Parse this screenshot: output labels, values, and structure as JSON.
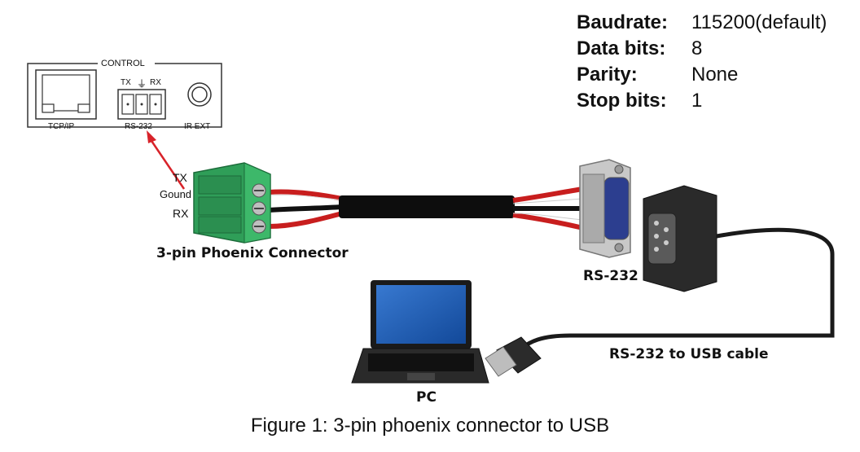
{
  "serial_settings": [
    {
      "key": "Baudrate:",
      "value": "115200(default)"
    },
    {
      "key": "Data bits:",
      "value": "8"
    },
    {
      "key": "Parity:",
      "value": "None"
    },
    {
      "key": "Stop bits:",
      "value": "1"
    }
  ],
  "control_panel": {
    "title": "CONTROL",
    "port_tcpip": "TCP/IP",
    "port_rs232": "RS-232",
    "port_irext": "IR EXT",
    "pin_tx": "TX",
    "pin_ground_symbol": "⏚",
    "pin_rx": "RX"
  },
  "phoenix": {
    "pin_tx": "TX",
    "pin_ground": "Gound",
    "pin_rx": "RX",
    "label": "3-pin Phoenix Connector"
  },
  "db9_label": "RS-232",
  "usb_cable_label": "RS-232 to USB cable",
  "pc_label": "PC",
  "caption": "Figure 1: 3-pin phoenix connector to USB"
}
